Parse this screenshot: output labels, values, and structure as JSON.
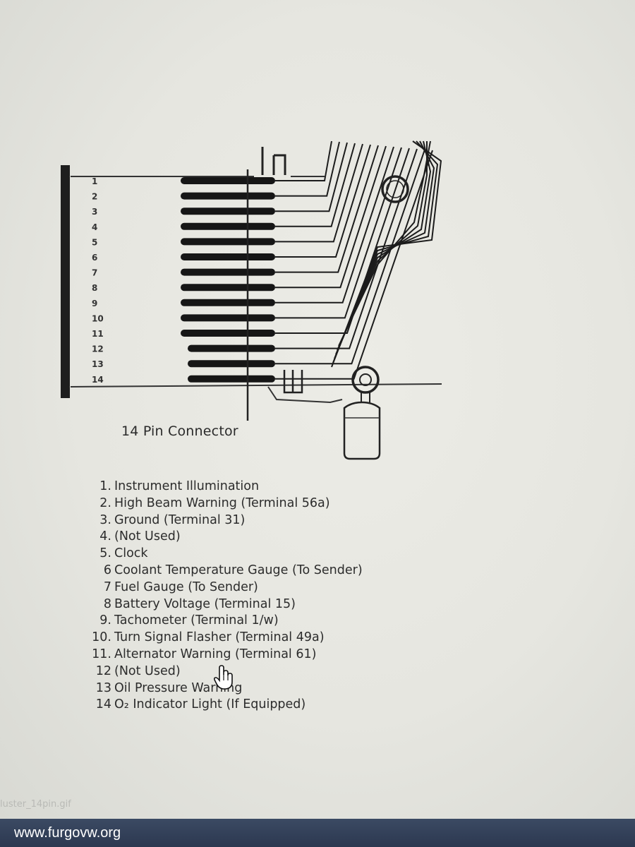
{
  "diagram": {
    "pin_numbers": [
      "1",
      "2",
      "3",
      "4",
      "5",
      "6",
      "7",
      "8",
      "9",
      "10",
      "11",
      "12",
      "13",
      "14"
    ],
    "connector_caption": "14 Pin Connector"
  },
  "legend": [
    {
      "num": "1.",
      "text": "Instrument Illumination"
    },
    {
      "num": "2.",
      "text": "High Beam Warning (Terminal 56a)"
    },
    {
      "num": "3.",
      "text": "Ground (Terminal 31)"
    },
    {
      "num": "4.",
      "text": "(Not Used)"
    },
    {
      "num": "5.",
      "text": "Clock"
    },
    {
      "num": "6",
      "text": "Coolant Temperature Gauge (To Sender)"
    },
    {
      "num": "7",
      "text": "Fuel Gauge (To Sender)"
    },
    {
      "num": "8",
      "text": "Battery Voltage (Terminal 15)"
    },
    {
      "num": "9.",
      "text": "Tachometer (Terminal 1/w)"
    },
    {
      "num": "10.",
      "text": "Turn Signal Flasher (Terminal 49a)"
    },
    {
      "num": "11.",
      "text": "Alternator Warning (Terminal 61)"
    },
    {
      "num": "12",
      "text": "(Not Used)"
    },
    {
      "num": "13",
      "text": "Oil Pressure Warning"
    },
    {
      "num": "14",
      "text": "O₂ Indicator Light (If Equipped)"
    }
  ],
  "footer": {
    "filename": "luster_14pin.gif",
    "watermark": "www.furgovw.org"
  },
  "icons": [
    "hand-cursor-icon"
  ]
}
